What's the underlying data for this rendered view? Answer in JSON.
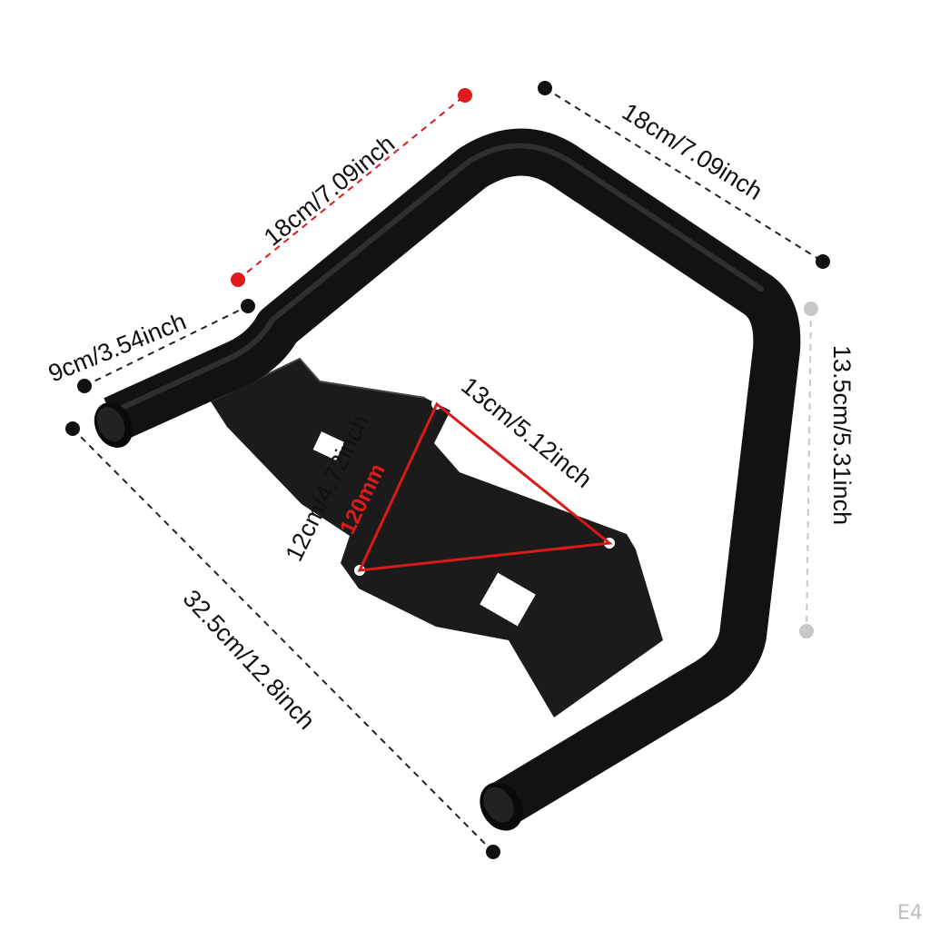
{
  "product": {
    "description_visible": false,
    "colors": {
      "metal": "#1c1c1c",
      "metal_highlight": "#5a5a5a",
      "plate": "#1a1a1a",
      "dim_line": "#222222",
      "accent_red": "#e01a1a",
      "grey_dot": "#c8c8c8",
      "background": "#ffffff"
    }
  },
  "dimensions": {
    "top_left": "18cm/7.09inch",
    "top_right": "18cm/7.09inch",
    "left_short": "9cm/3.54inch",
    "right_height": "13.5cm/5.31inch",
    "bottom_diagonal": "32.5cm/12.8inch",
    "plate_left": "12cm/4.72inch",
    "plate_right": "13cm/5.12inch",
    "plate_red": "120mm"
  },
  "watermark": "E4"
}
